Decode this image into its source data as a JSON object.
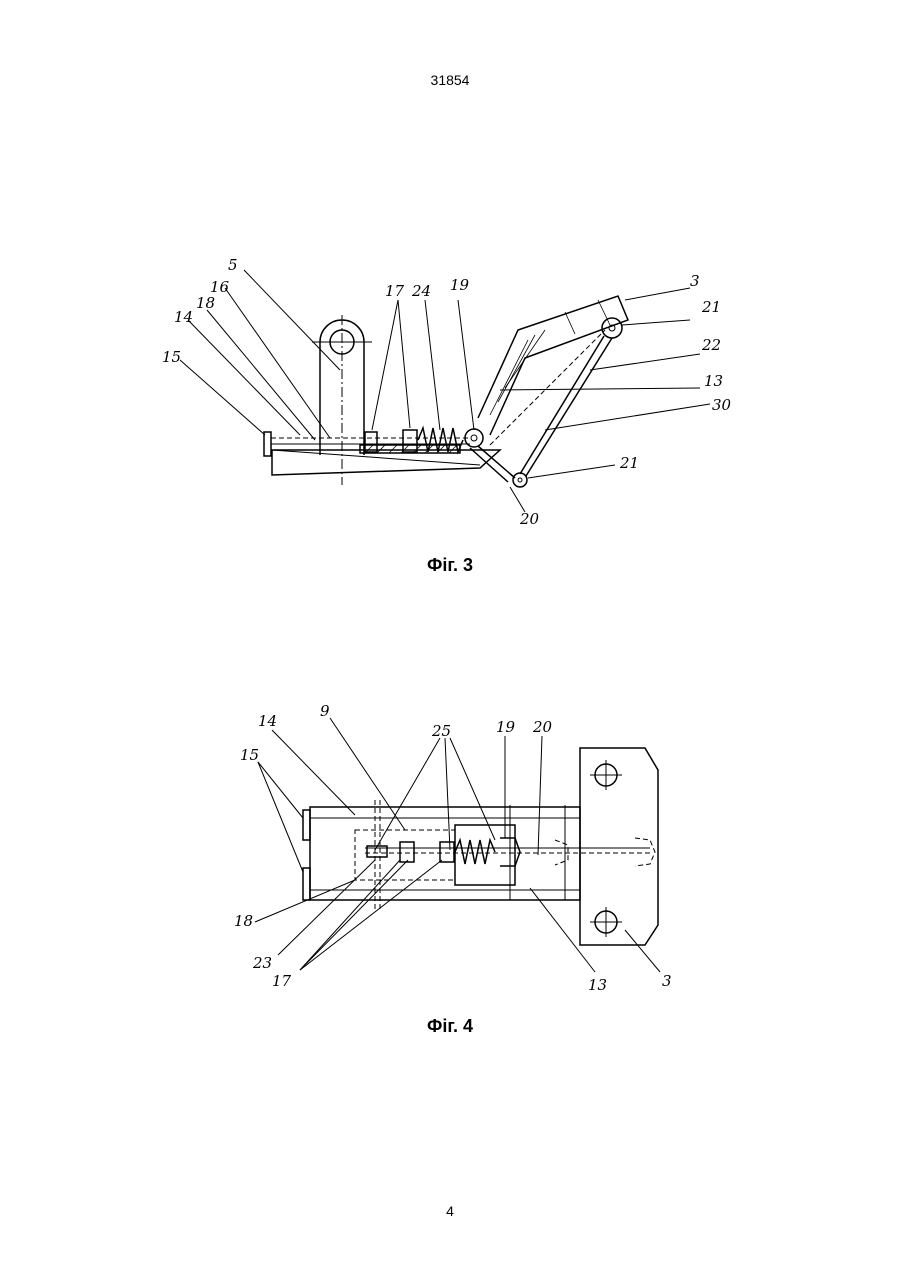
{
  "header": {
    "document_number": "31854"
  },
  "figures": [
    {
      "caption": "Фіг. 3",
      "labels": [
        "5",
        "16",
        "18",
        "14",
        "15",
        "17",
        "24",
        "19",
        "3",
        "21",
        "22",
        "13",
        "30",
        "21",
        "20"
      ]
    },
    {
      "caption": "Фіг. 4",
      "labels": [
        "14",
        "9",
        "15",
        "25",
        "19",
        "20",
        "18",
        "23",
        "17",
        "13",
        "3"
      ]
    }
  ],
  "footer": {
    "page_number": "4"
  }
}
